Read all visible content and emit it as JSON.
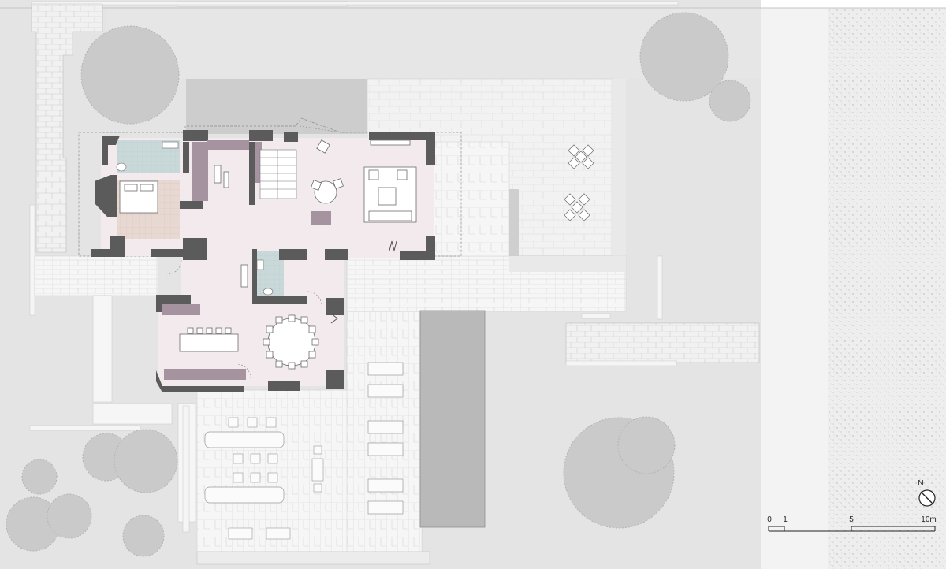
{
  "drawing": {
    "type": "architectural-floor-plan",
    "colors": {
      "site": "#e4e4e4",
      "road": "#f3f3f3",
      "gravel": "#eaeaea",
      "interior": "#f3eaee",
      "bathroom_tile": "#c9d8d8",
      "bedroom_floor": "#e8d8d2",
      "walls": "#5b5b5b",
      "furniture_accent": "#a594a0",
      "pool": "#b9b9b9",
      "deck": "#f4f4f4",
      "paving": "#f1f1f1",
      "trees": "#c9c9c9"
    }
  },
  "compass": {
    "north_label": "N",
    "icon": "north-arrow-icon"
  },
  "scale_bar": {
    "labels": [
      "0",
      "1",
      "5",
      "10m"
    ]
  }
}
